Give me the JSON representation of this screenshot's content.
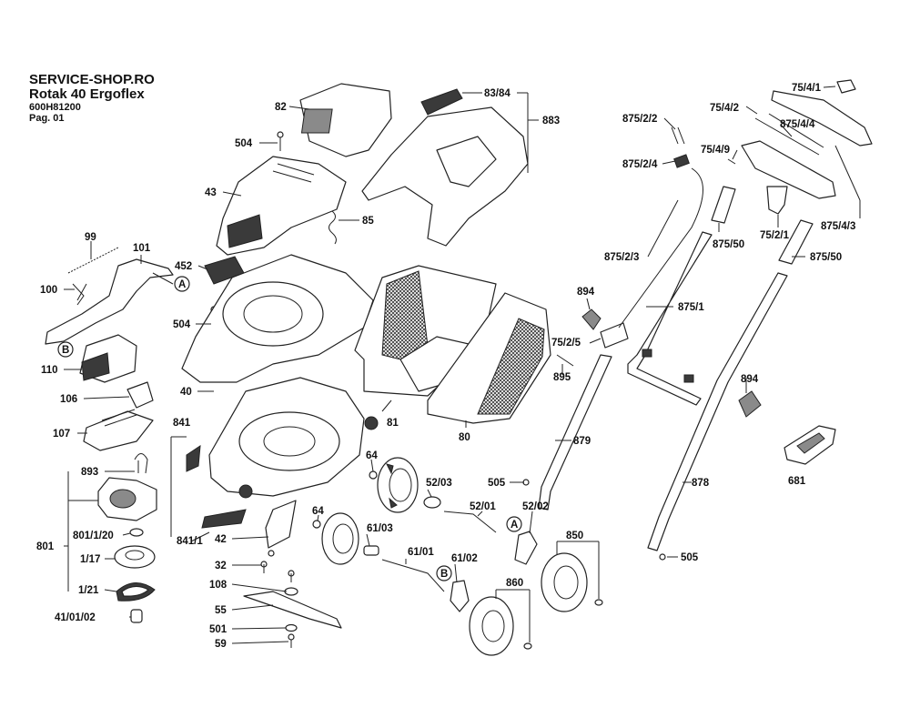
{
  "header": {
    "shop": "SERVICE-SHOP.RO",
    "model": "Rotak 40 Ergoflex",
    "part_number": "600H81200",
    "page": "Pag. 01"
  },
  "callouts": {
    "c82": "82",
    "c504a": "504",
    "c43": "43",
    "c85": "85",
    "c8384": "83/84",
    "c883": "883",
    "c99": "99",
    "c101": "101",
    "c100": "100",
    "cA1": "A",
    "c452": "452",
    "c504b": "504",
    "cB1": "B",
    "c110": "110",
    "c106": "106",
    "c40": "40",
    "c107": "107",
    "c81": "81",
    "c841": "841",
    "c893": "893",
    "c80": "80",
    "c64a": "64",
    "c5203": "52/03",
    "c801120": "801/1/20",
    "c801": "801",
    "c117": "1/17",
    "c121": "1/21",
    "c410102": "41/01/02",
    "c8411": "841/1",
    "c42": "42",
    "c32": "32",
    "c108": "108",
    "c55": "55",
    "c501": "501",
    "c59": "59",
    "c64b": "64",
    "c6103": "61/03",
    "c6101": "61/01",
    "c6102": "61/02",
    "cB2": "B",
    "c5201": "52/01",
    "c5202": "52/02",
    "cA2": "A",
    "c850": "850",
    "c860": "860",
    "c505a": "505",
    "c879": "879",
    "c895": "895",
    "c7525": "75/2/5",
    "c894a": "894",
    "c87522": "875/2/2",
    "c87524": "875/2/4",
    "c87523": "875/2/3",
    "c87550a": "875/50",
    "c8751": "875/1",
    "c7541": "75/4/1",
    "c7542": "75/4/2",
    "c87544": "875/4/4",
    "c7549": "75/4/9",
    "c7521": "75/2/1",
    "c87543": "875/4/3",
    "c87550b": "875/50",
    "c894b": "894",
    "c878": "878",
    "c681": "681",
    "c505b": "505"
  }
}
